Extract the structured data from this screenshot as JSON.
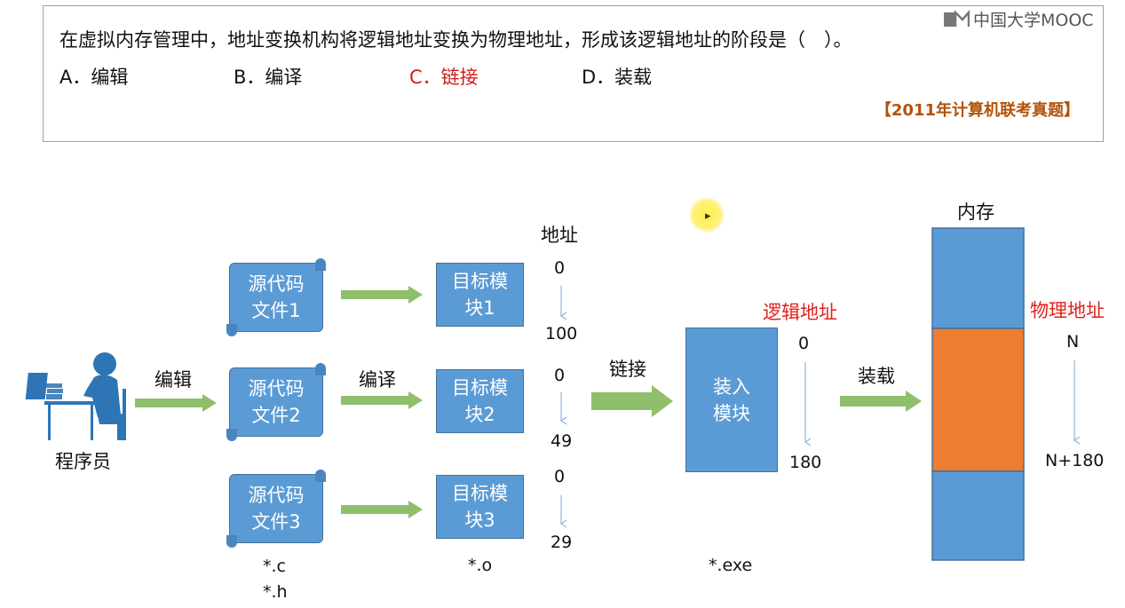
{
  "question": {
    "text": "在虚拟内存管理中，地址变换机构将逻辑地址变换为物理地址，形成该逻辑地址的阶段是（　）。",
    "options": [
      "A．编辑",
      "B．编译",
      "C．链接",
      "D．装载"
    ],
    "source": "【2011年计算机联考真题】"
  },
  "watermark": "中国大学MOOC",
  "diagram": {
    "programmer": "程序员",
    "edit": "编辑",
    "compile": "编译",
    "link": "链接",
    "load": "装载",
    "address": "地址",
    "memory": "内存",
    "logical_address": "逻辑地址",
    "physical_address": "物理地址",
    "source_files": [
      "源代码\n文件1",
      "源代码\n文件2",
      "源代码\n文件3"
    ],
    "object_modules": [
      "目标模\n块1",
      "目标模\n块2",
      "目标模\n块3"
    ],
    "load_module": "装入\n模块",
    "ranges": [
      {
        "start": "0",
        "end": "100"
      },
      {
        "start": "0",
        "end": "49"
      },
      {
        "start": "0",
        "end": "29"
      }
    ],
    "logical_range": {
      "start": "0",
      "end": "180"
    },
    "physical_range": {
      "start": "N",
      "end": "N+180"
    },
    "ext_c": "*.c",
    "ext_h": "*.h",
    "ext_o": "*.o",
    "ext_exe": "*.exe"
  },
  "colors": {
    "box_blue": "#5b9bd5",
    "memory_orange": "#ed7d31",
    "arrow_green": "#8fbf6b",
    "label_red": "#e2211c",
    "option_c_red": "#d41c1c"
  }
}
